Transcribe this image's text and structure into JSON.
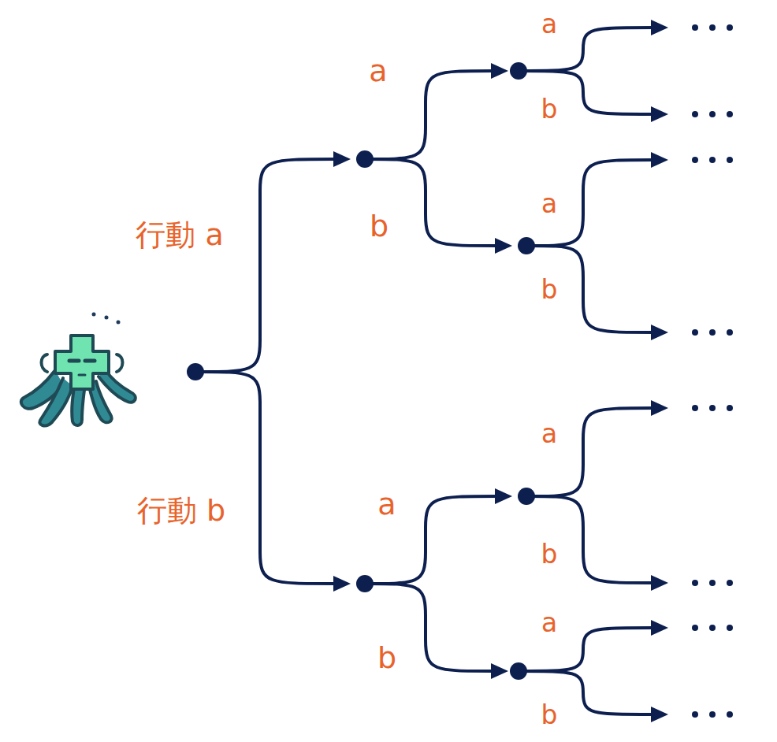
{
  "diagram": {
    "labels": [
      "行動 a",
      "行動 b",
      "a",
      "b",
      "a",
      "b",
      "a",
      "b",
      "a",
      "b",
      "a",
      "b",
      "a",
      "b"
    ]
  }
}
